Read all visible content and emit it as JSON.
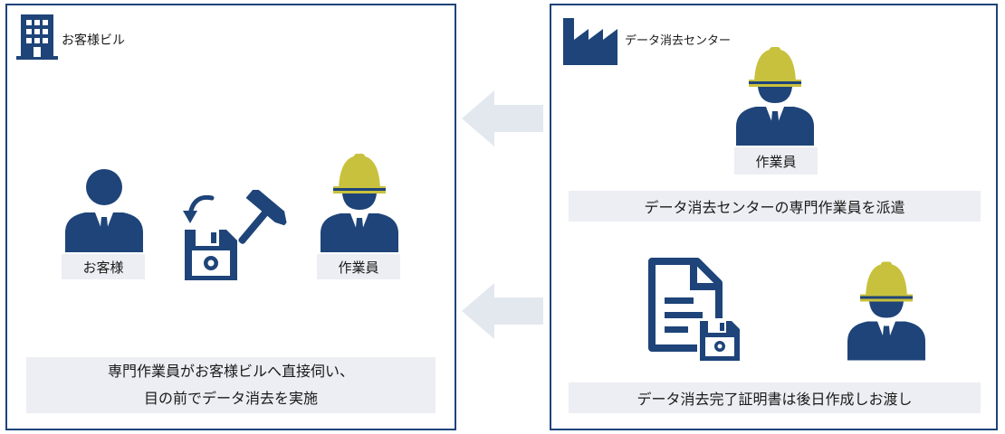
{
  "colors": {
    "navy": "#1e4479",
    "helmet_yellow": "#c8c13d",
    "label_bg": "#eceef3",
    "arrow": "#e3e8ef"
  },
  "icons": [
    "building-icon",
    "factory-icon",
    "person-icon",
    "worker-icon",
    "floppy-disk-icon",
    "hammer-icon",
    "document-icon",
    "left-arrow-icon"
  ],
  "left_panel": {
    "title": "お客様ビル",
    "customer_label": "お客様",
    "worker_label": "作業員",
    "note_line1": "専門作業員がお客様ビルへ直接伺い、",
    "note_line2": "目の前でデータ消去を実施"
  },
  "right_panel": {
    "title": "データ消去センター",
    "worker_label": "作業員",
    "dispatch_text": "データ消去センターの専門作業員を派遣",
    "certificate_text": "データ消去完了証明書は後日作成しお渡し"
  }
}
